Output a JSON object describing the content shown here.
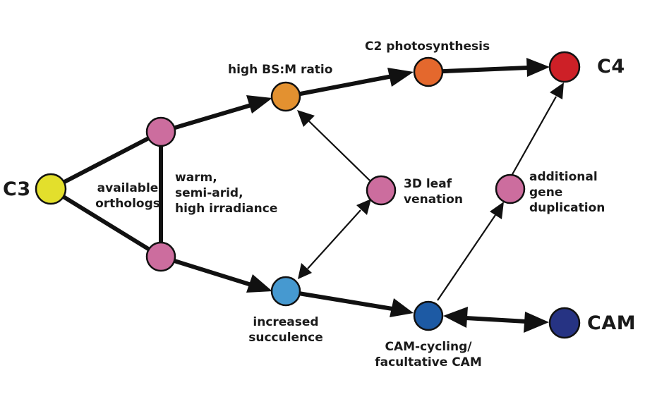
{
  "colors": {
    "line": "#111111",
    "c3": "#e3df2c",
    "pink": "#cc6d9e",
    "orange_light": "#e39130",
    "orange": "#e4682d",
    "red": "#cd2027",
    "blue_light": "#4699d0",
    "blue": "#1d5aa4",
    "navy": "#263383"
  },
  "nodes": {
    "c3": "C3",
    "c4": "C4",
    "cam": "CAM"
  },
  "labels": {
    "available_orthologs": "available\northologs",
    "warm": "warm,\nsemi-arid,\nhigh irradiance",
    "high_bsm": "high BS:M ratio",
    "c2": "C2 photosynthesis",
    "leaf_venation": "3D leaf\nvenation",
    "additional_gene": "additional\ngene\nduplication",
    "increased_succulence": "increased\nsucculence",
    "cam_cycling": "CAM-cycling/\nfacultative CAM"
  }
}
